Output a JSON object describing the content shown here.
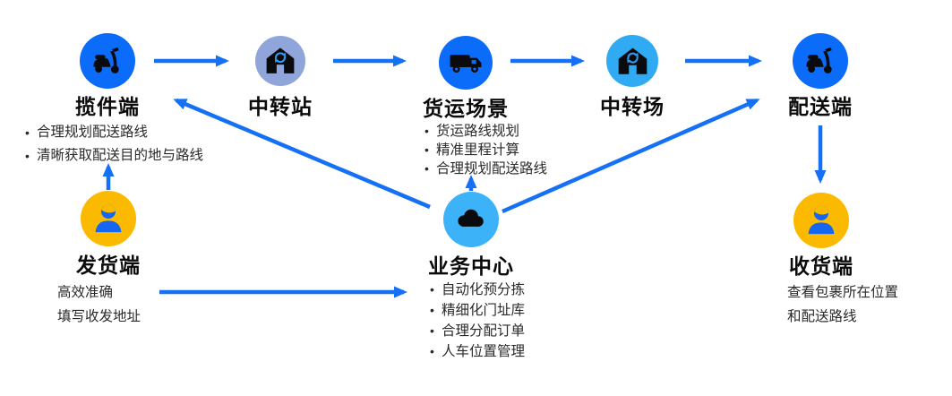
{
  "diagram": {
    "accent_color": "#1470F4",
    "nodes": {
      "pickup": {
        "label": "揽件端",
        "icon": "scooter-icon",
        "circle_color": "#0B6CFA",
        "bullets": [
          "合理规划配送路线",
          "清晰获取配送目的地与路线"
        ]
      },
      "transfer_station": {
        "label": "中转站",
        "icon": "warehouse-sync-icon",
        "circle_color": "#90A6DA"
      },
      "freight": {
        "label": "货运场景",
        "icon": "truck-icon",
        "circle_color": "#0B6CFA",
        "bullets": [
          "货运路线规划",
          "精准里程计算",
          "合理规划配送路线"
        ]
      },
      "transfer_yard": {
        "label": "中转场",
        "icon": "warehouse-sync-icon",
        "circle_color": "#2FAAF3"
      },
      "delivery": {
        "label": "配送端",
        "icon": "scooter-icon",
        "circle_color": "#0B6CFA"
      },
      "sender": {
        "label": "发货端",
        "icon": "user-icon",
        "circle_color": "#FBBA00",
        "lines": [
          "高效准确",
          "填写收发地址"
        ]
      },
      "business_center": {
        "label": "业务中心",
        "icon": "cloud-icon",
        "circle_color": "#3CB3F8",
        "bullets": [
          "自动化预分拣",
          "精细化门址库",
          "合理分配订单",
          "人车位置管理"
        ]
      },
      "receiver": {
        "label": "收货端",
        "icon": "user-icon",
        "circle_color": "#FBBA00",
        "lines": [
          "查看包裹所在位置",
          "和配送路线"
        ]
      }
    },
    "flows": [
      {
        "from": "揽件端",
        "to": "中转站"
      },
      {
        "from": "中转站",
        "to": "货运场景"
      },
      {
        "from": "货运场景",
        "to": "中转场"
      },
      {
        "from": "中转场",
        "to": "配送端"
      },
      {
        "from": "配送端",
        "to": "收货端"
      },
      {
        "from": "发货端",
        "to": "揽件端"
      },
      {
        "from": "发货端",
        "to": "业务中心"
      },
      {
        "from": "业务中心",
        "to": "揽件端"
      },
      {
        "from": "业务中心",
        "to": "货运场景"
      },
      {
        "from": "业务中心",
        "to": "配送端"
      }
    ]
  }
}
